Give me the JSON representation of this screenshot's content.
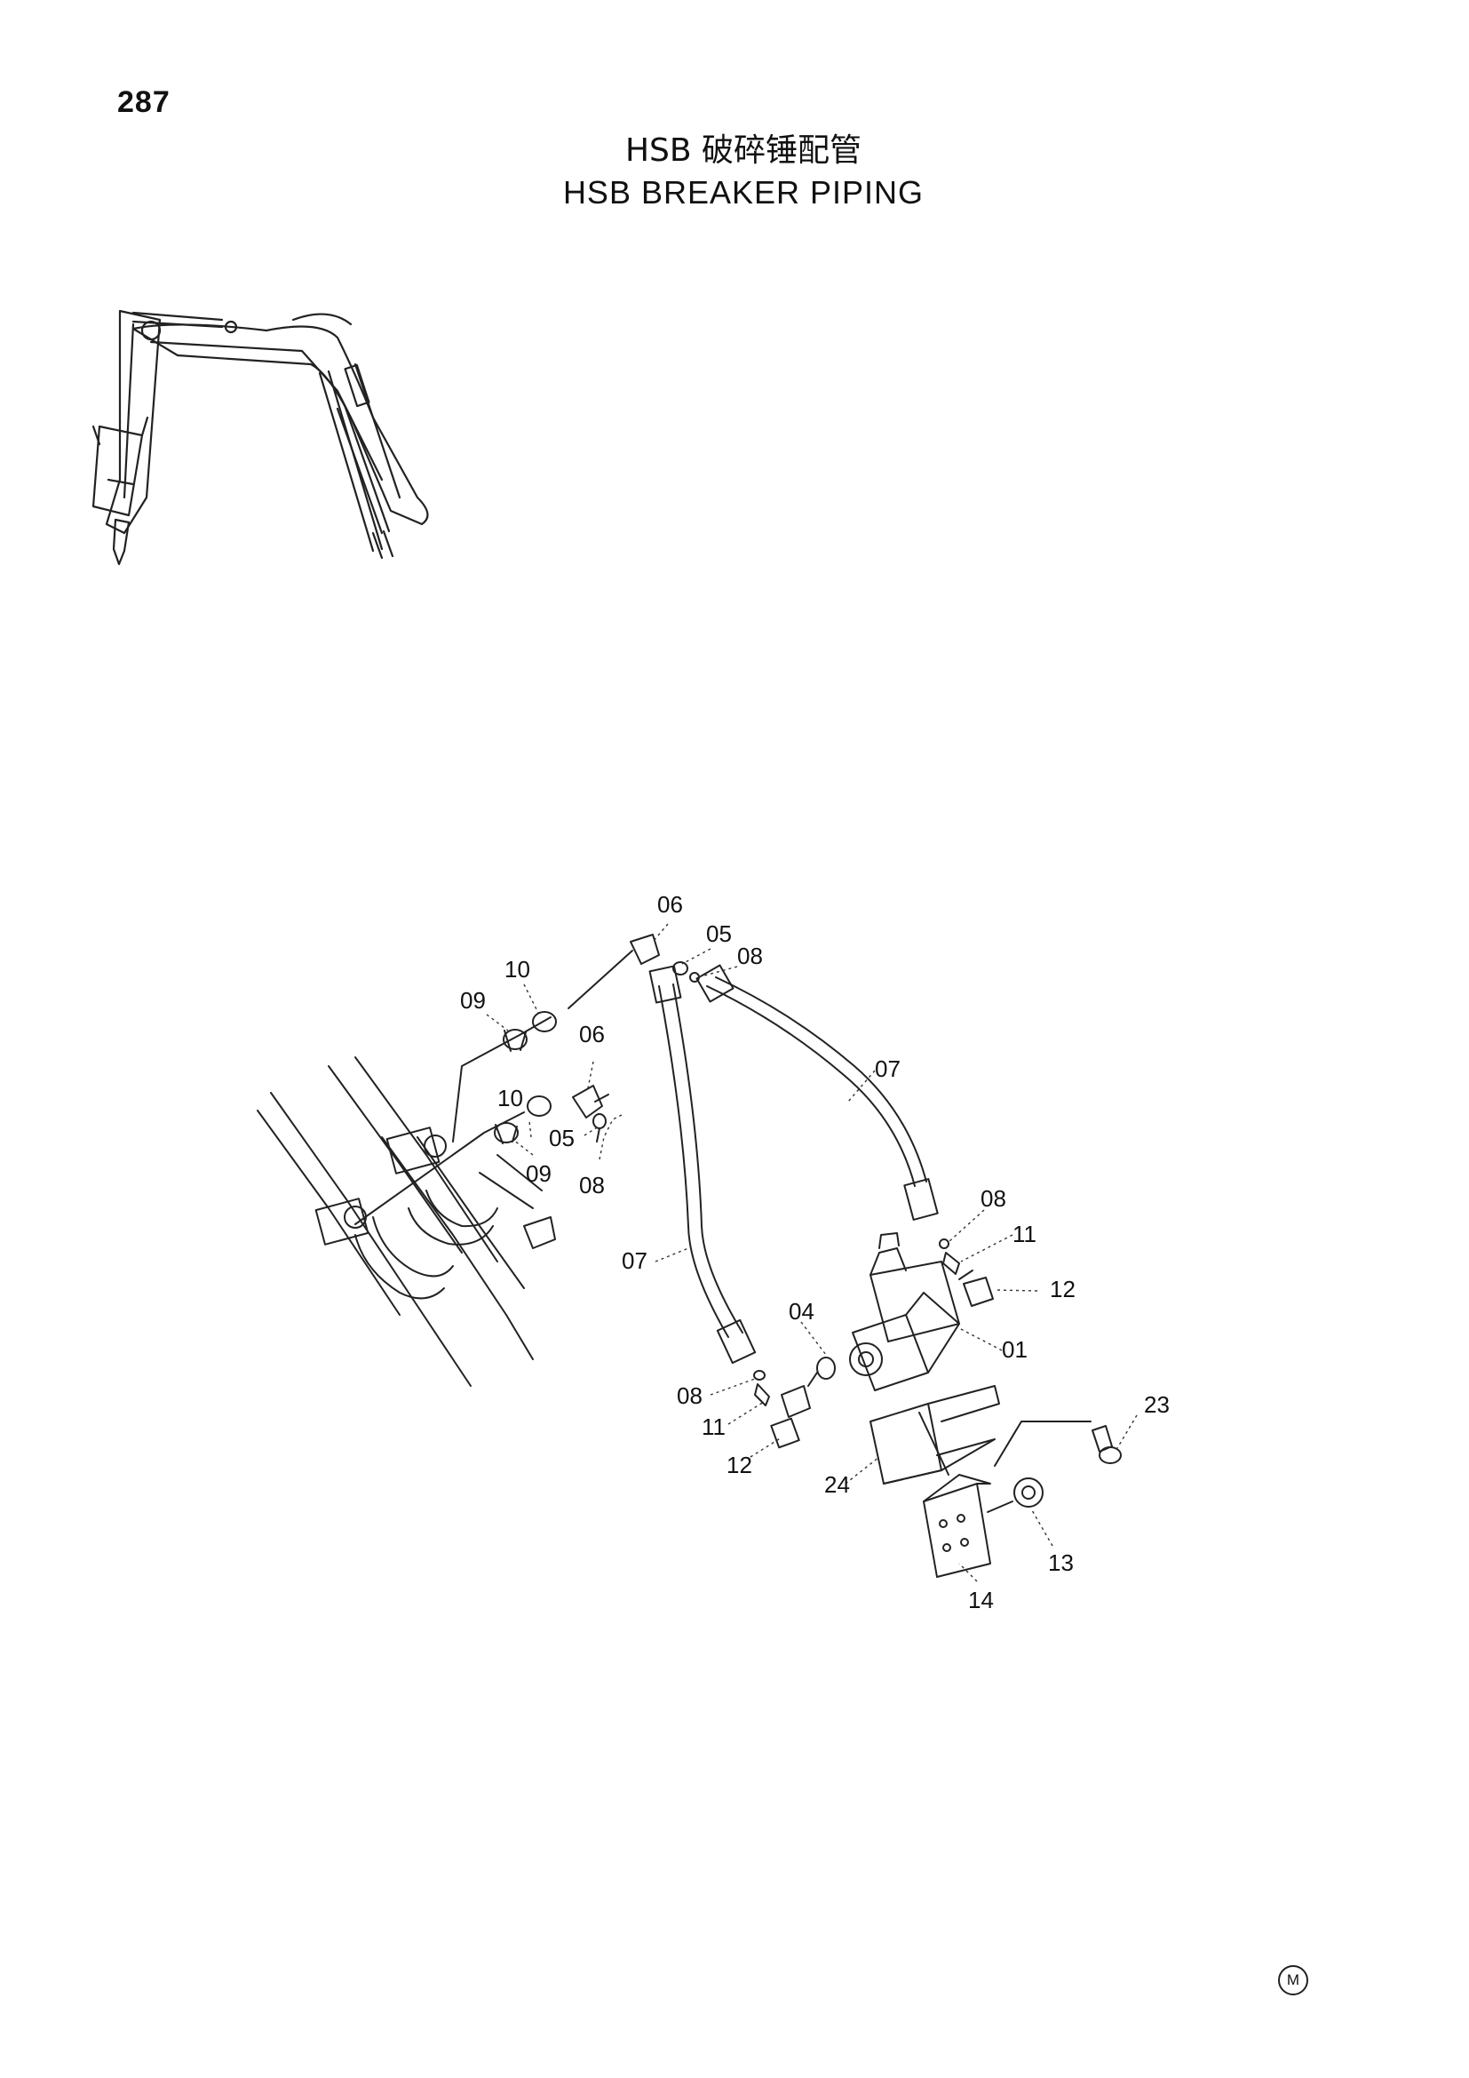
{
  "header": {
    "page_number": "287",
    "title_zh": "HSB 破碎锤配管",
    "title_en": "HSB BREAKER PIPING"
  },
  "callouts": {
    "c01": "01",
    "c04": "04",
    "c05a": "05",
    "c05b": "05",
    "c06a": "06",
    "c06b": "06",
    "c07a": "07",
    "c07b": "07",
    "c08a": "08",
    "c08b": "08",
    "c08c": "08",
    "c08d": "08",
    "c09a": "09",
    "c09b": "09",
    "c10a": "10",
    "c10b": "10",
    "c11a": "11",
    "c11b": "11",
    "c12a": "12",
    "c12b": "12",
    "c13": "13",
    "c14": "14",
    "c23": "23",
    "c24": "24"
  },
  "footer": {
    "mark": "M"
  }
}
